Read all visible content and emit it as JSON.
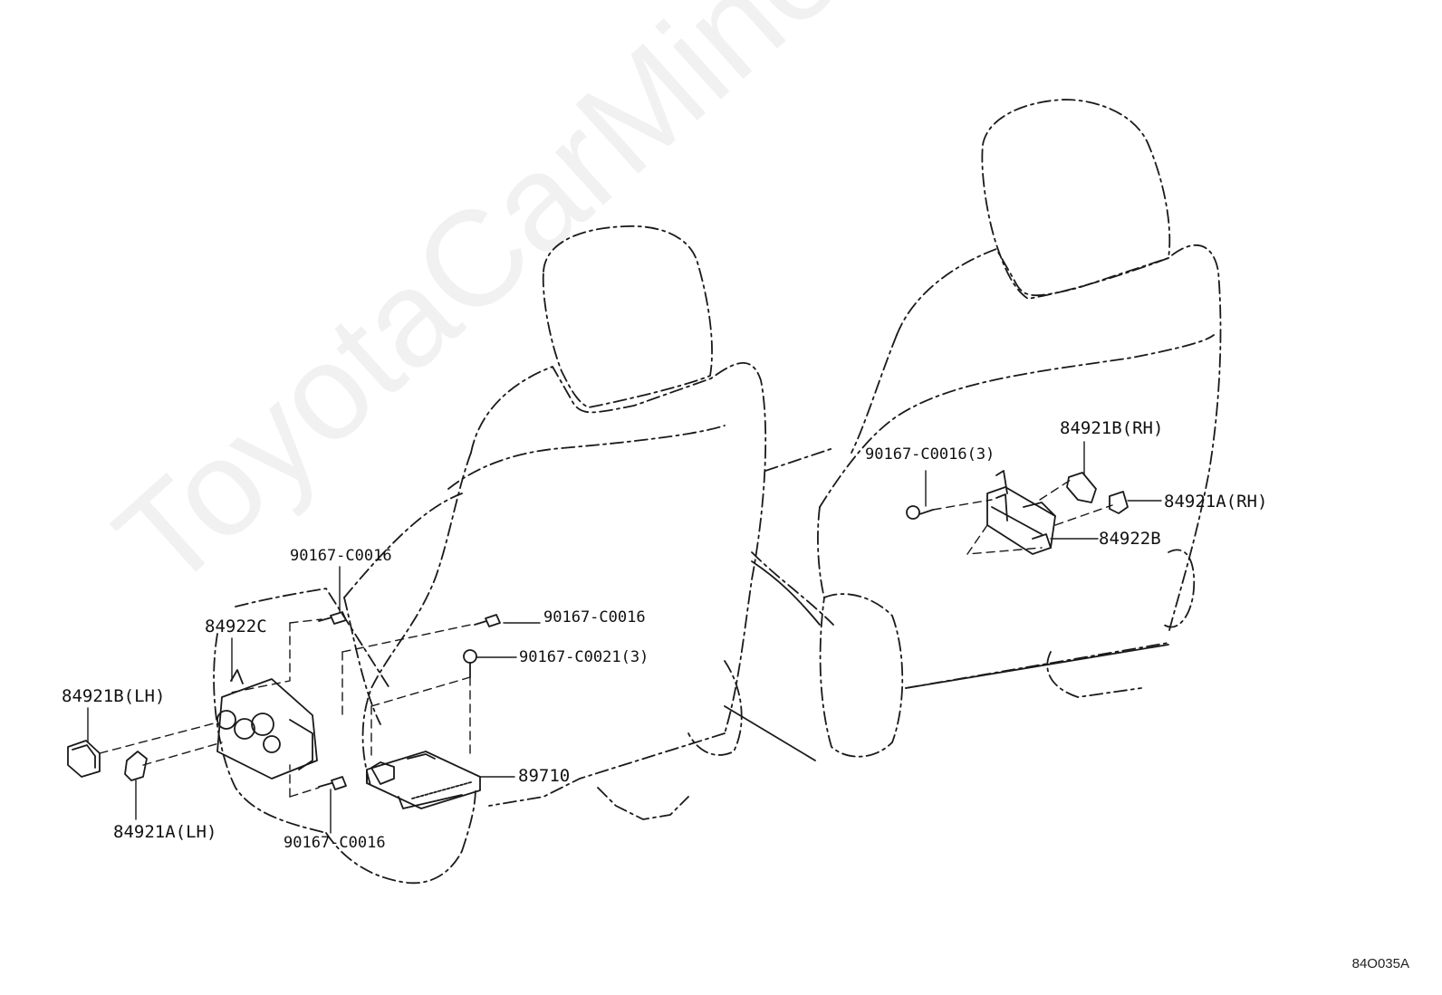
{
  "watermark": "ToyotaCarMine.ru",
  "diagram_code": "84O035A",
  "labels": {
    "seat_ecu": "89710",
    "switch_lh": "84922C",
    "switch_rh": "84922B",
    "knob_b_lh": "84921B(LH)",
    "knob_a_lh": "84921A(LH)",
    "knob_b_rh": "84921B(RH)",
    "knob_a_rh": "84921A(RH)",
    "screw_lh_top": "90167-C0016",
    "screw_center_top": "90167-C0016",
    "screw_center_3": "90167-C0021(3)",
    "screw_lh_bottom": "90167-C0016",
    "screw_rh_3": "90167-C0016(3)"
  },
  "colors": {
    "line": "#1a1a1a",
    "background": "#ffffff"
  }
}
